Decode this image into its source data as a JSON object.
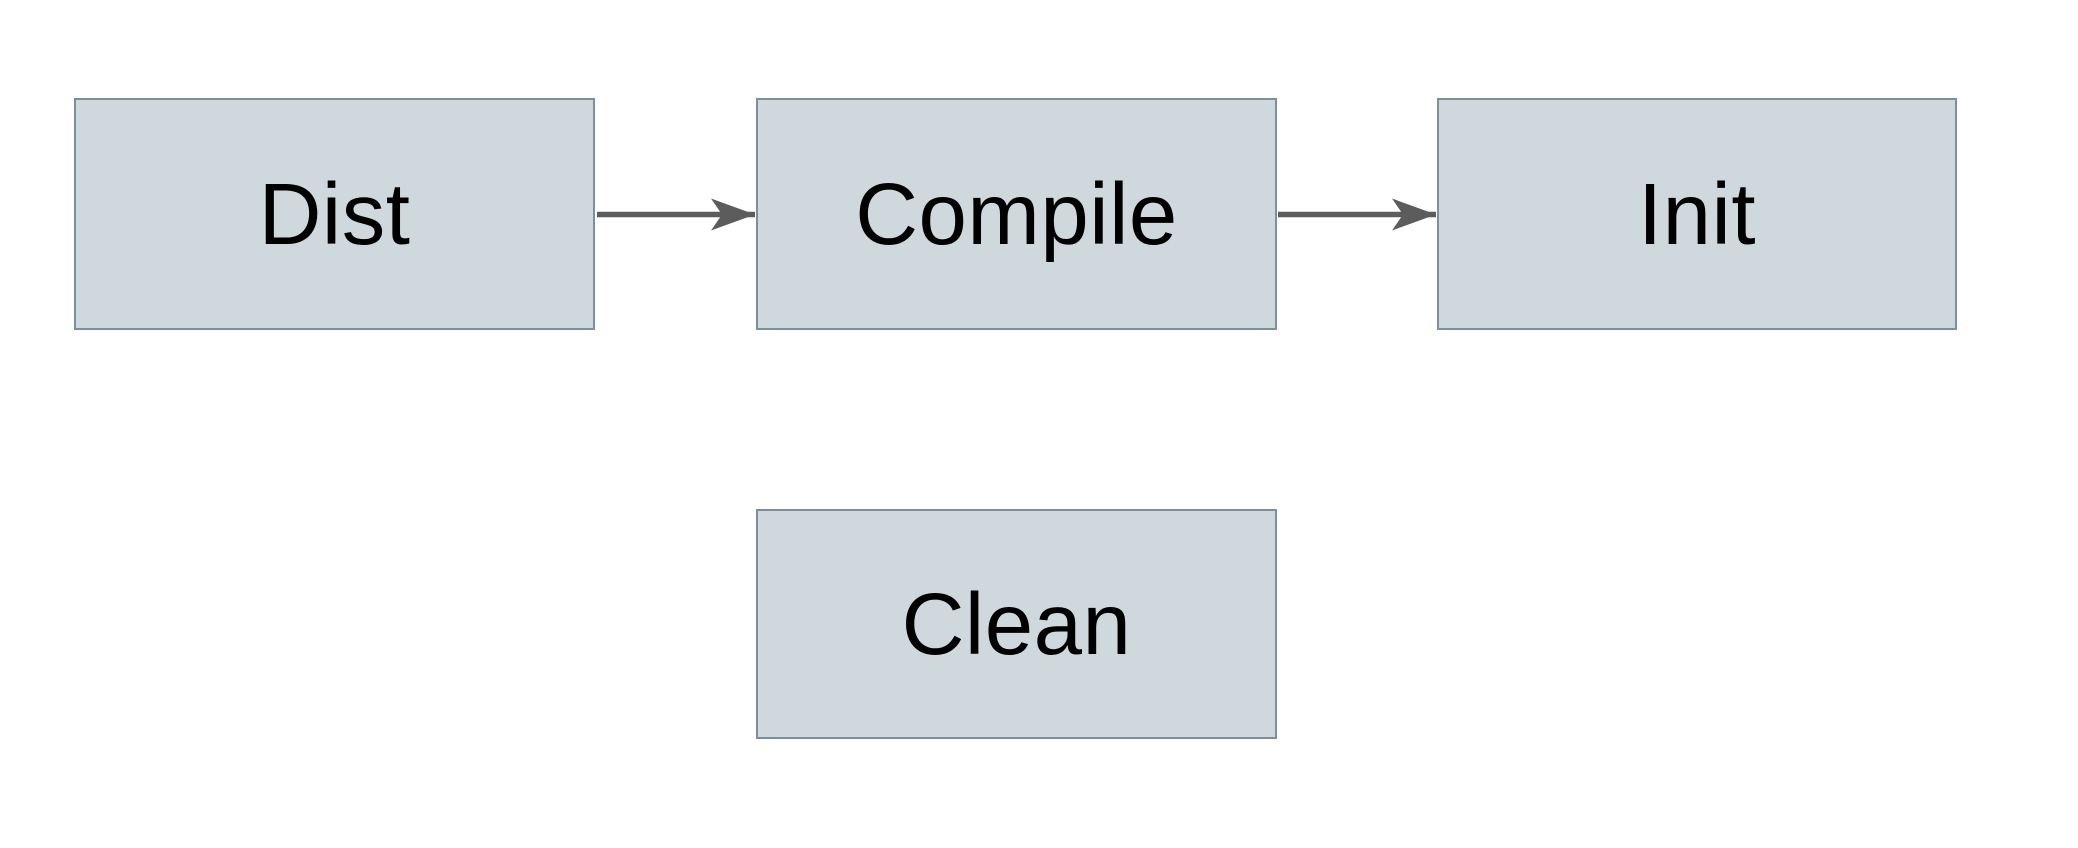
{
  "diagram": {
    "type": "flowchart",
    "colors": {
      "background": "#ffffff",
      "node_fill": "#cfd8dc",
      "node_border": "#7a919d",
      "arrow_color": "#5c5c5c",
      "text_color": "#000000"
    },
    "nodes": [
      {
        "id": "dist",
        "label": "Dist"
      },
      {
        "id": "compile",
        "label": "Compile"
      },
      {
        "id": "init",
        "label": "Init"
      },
      {
        "id": "clean",
        "label": "Clean"
      }
    ],
    "edges": [
      {
        "from": "Dist",
        "to": "Compile"
      },
      {
        "from": "Compile",
        "to": "Init"
      }
    ]
  }
}
